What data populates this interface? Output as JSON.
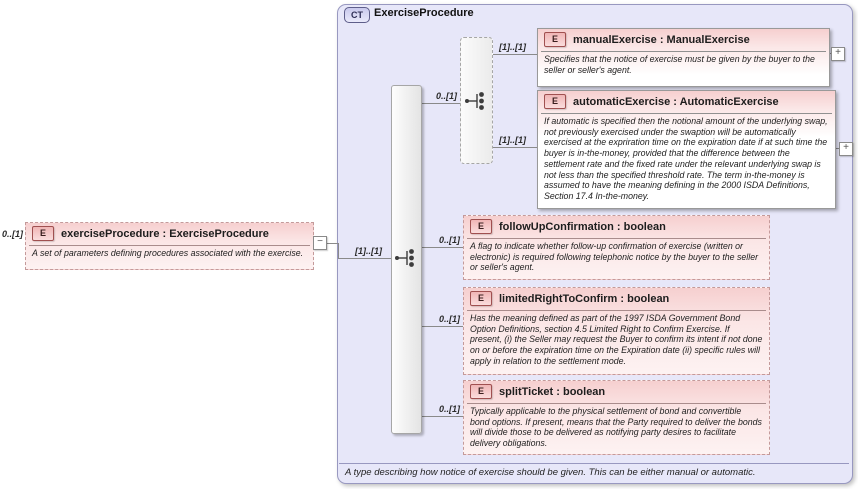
{
  "diagram": {
    "root": {
      "cardinality": "0..[1]",
      "badge": "E",
      "label": "exerciseProcedure : ExerciseProcedure",
      "description": "A set of parameters defining procedures associated with the exercise."
    },
    "complex_type": {
      "badge": "CT",
      "title": "ExerciseProcedure",
      "annotation": "A type describing how notice of exercise should be given. This can be either manual or automatic."
    },
    "connectors": {
      "root_to_sequence": "[1]..[1]",
      "sequence_to_choice": "0..[1]",
      "choice_to_manualExercise": "[1]..[1]",
      "choice_to_automaticExercise": "[1]..[1]",
      "sequence_to_followUpConfirmation": "0..[1]",
      "sequence_to_limitedRightToConfirm": "0..[1]",
      "sequence_to_splitTicket": "0..[1]"
    },
    "elements": [
      {
        "badge": "E",
        "label": "manualExercise : ManualExercise",
        "description": "Specifies that the notice of exercise must be given by the buyer to the seller or seller's agent."
      },
      {
        "badge": "E",
        "label": "automaticExercise : AutomaticExercise",
        "description": "If automatic is specified then the notional amount of the underlying swap, not previously exercised under the swaption will be automatically exercised at the expriration time on the expiration date if at such time the buyer is in-the-money, provided that the difference between the settlement rate and the fixed rate under the relevant underlying swap is not less than the specified threshold rate. The term in-the-money is assumed to have the meaning defining in the 2000 ISDA Definitions, Section 17.4 In-the-money."
      },
      {
        "badge": "E",
        "label": "followUpConfirmation : boolean",
        "description": "A flag to indicate whether follow-up confirmation of exercise (written or electronic) is required following telephonic notice by the buyer to the seller or seller's agent."
      },
      {
        "badge": "E",
        "label": "limitedRightToConfirm : boolean",
        "description": "Has the meaning defined as part of the 1997 ISDA Government Bond Option Definitions, section 4.5 Limited Right to Confirm Exercise. If present, (i) the Seller may request the Buyer to confirm its intent if not done on or before the expiration time on the Expiration date (ii) specific rules will apply in relation to the settlement mode."
      },
      {
        "badge": "E",
        "label": "splitTicket : boolean",
        "description": "Typically applicable to the physical settlement of bond and convertible bond options. If present, means that the Party required to deliver the bonds will divide those to be delivered as notifying party desires to facilitate delivery obligations."
      }
    ],
    "icons": {
      "expand": "+",
      "collapse": "−"
    },
    "colors": {
      "element_fill": "#f6cfcf",
      "element_badge_border": "#a05050",
      "complex_type_fill": "#e7e7f9",
      "complex_type_border": "#9898c0",
      "compositor_fill": "#ededed",
      "connector_line": "#8a8a8a"
    }
  }
}
